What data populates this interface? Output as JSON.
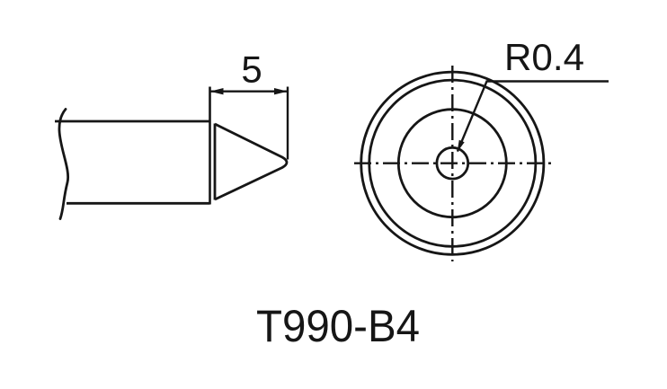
{
  "page": {
    "background_color": "#ffffff",
    "line_color": "#161616"
  },
  "drawing": {
    "title": "T990-B4",
    "side_view": {
      "description": "soldering tip side profile with break line and conical point",
      "dimension_label": "5"
    },
    "front_view": {
      "description": "concentric circles front view of tip",
      "radius_label": "R0.4"
    }
  }
}
